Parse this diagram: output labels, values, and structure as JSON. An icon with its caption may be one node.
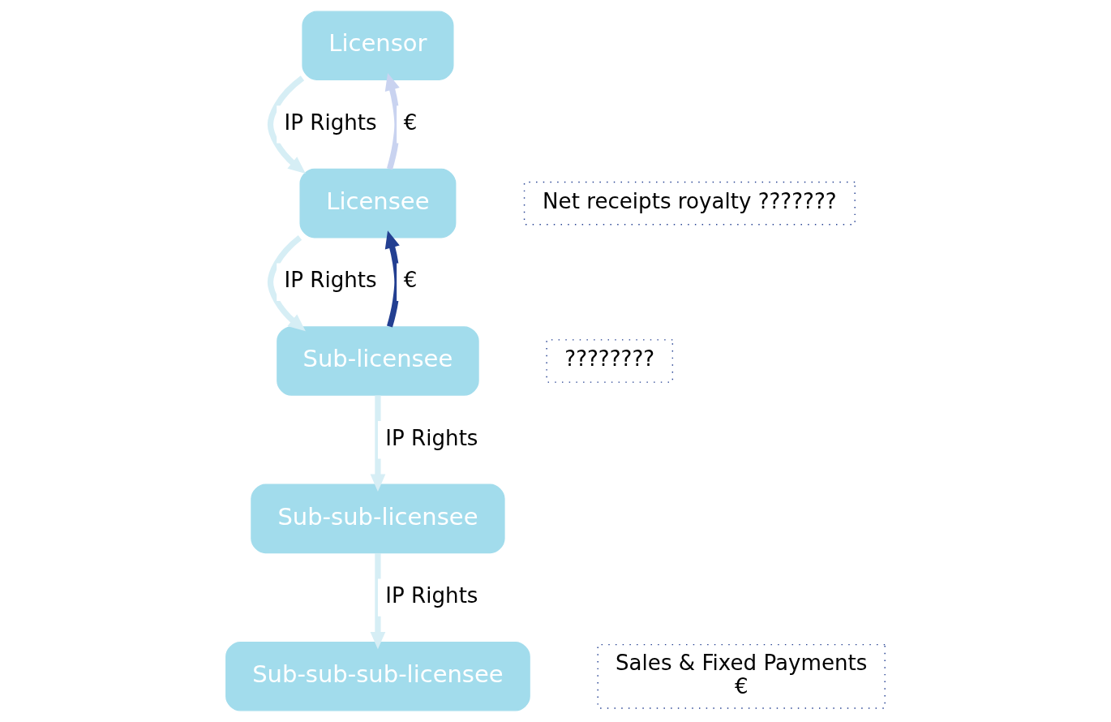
{
  "diagram": {
    "nodes": [
      {
        "text": [
          "Licensor"
        ]
      },
      {
        "text": [
          "Licensee"
        ]
      },
      {
        "text": [
          "Sub-licensee"
        ]
      },
      {
        "text": [
          "Sub-sub-licensee"
        ]
      },
      {
        "text": [
          "Sub-sub-sub-licensee"
        ]
      },
      {
        "text": [
          "Net receipts royalty ???????"
        ]
      },
      {
        "text": [
          "????????"
        ]
      },
      {
        "text": [
          "Sales & Fixed Payments",
          "€"
        ]
      }
    ],
    "edges": [
      {
        "from": 0,
        "to": 1,
        "arrow": "to",
        "label": "IP Rights"
      },
      {
        "from": 1,
        "to": 0,
        "arrow": "to",
        "label": "€",
        "color": "#c9d3f0"
      },
      {
        "from": 1,
        "to": 2,
        "arrow": "to",
        "label": "IP Rights"
      },
      {
        "from": 2,
        "to": 1,
        "arrow": "to",
        "label": "€",
        "color": "#233f91"
      },
      {
        "from": 2,
        "to": 3,
        "arrow": "to",
        "label": "IP Rights"
      },
      {
        "from": 3,
        "to": 4,
        "arrow": "to",
        "label": "IP Rights"
      }
    ]
  }
}
